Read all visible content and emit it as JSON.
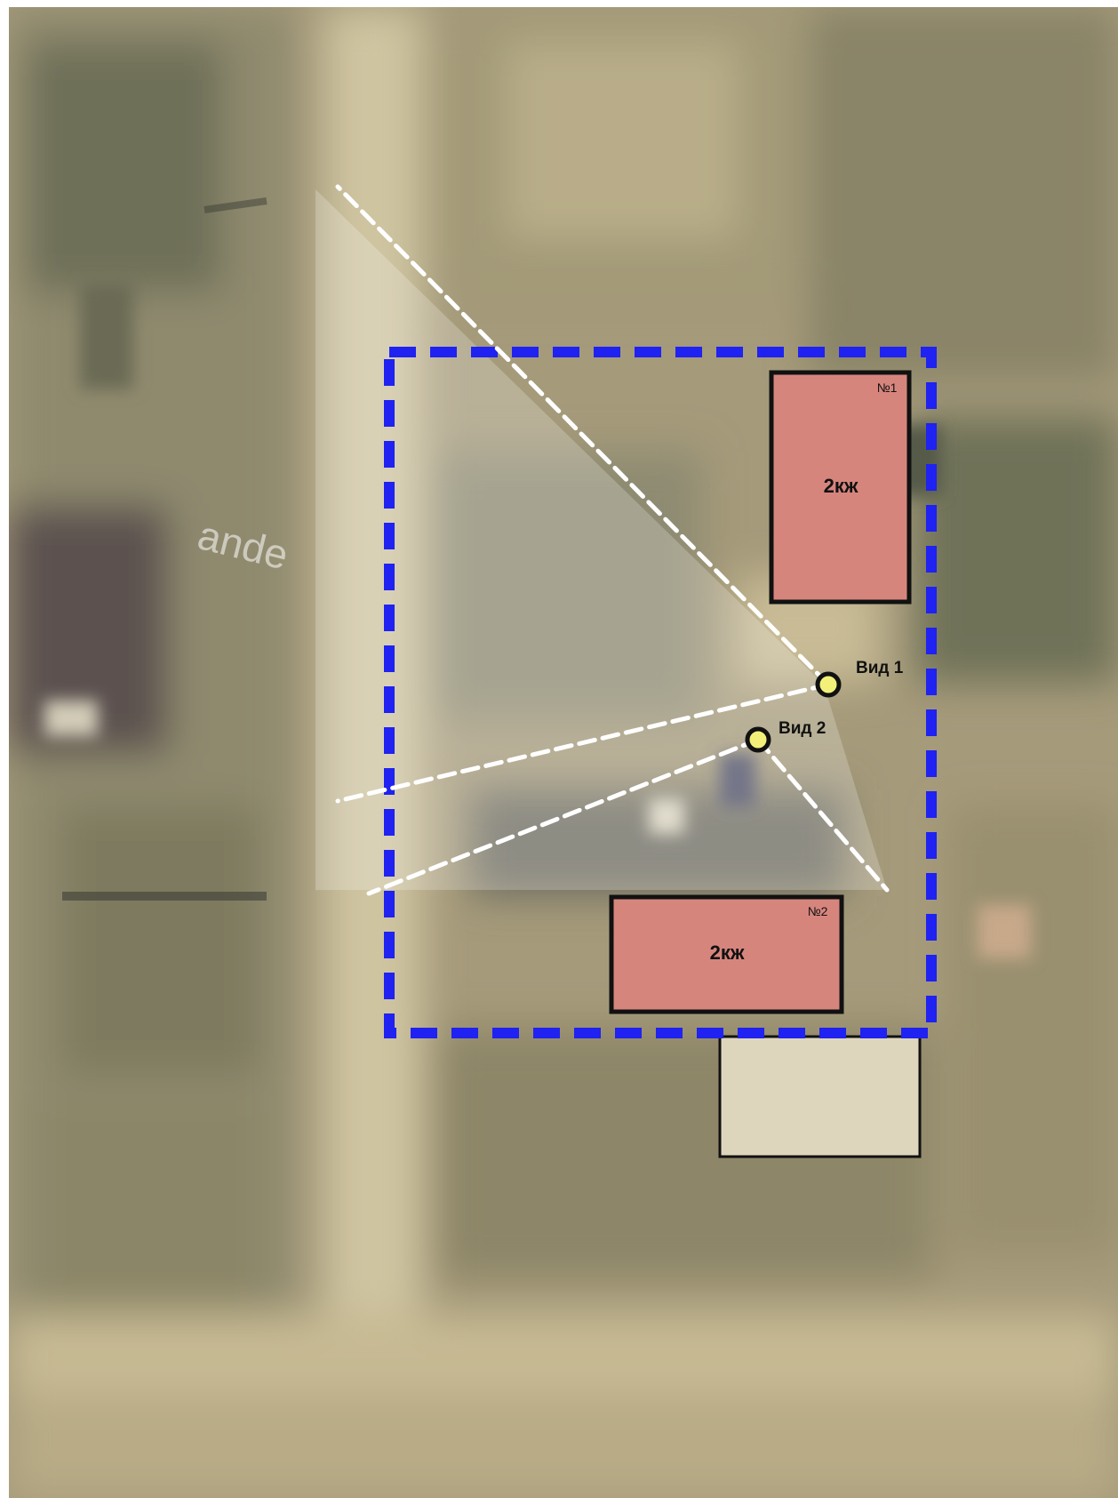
{
  "map": {
    "street_label": "ande",
    "buildings": [
      {
        "number": "№1",
        "label": "2кж",
        "fill": "#d6857d"
      },
      {
        "number": "№2",
        "label": "2кж",
        "fill": "#d6857d"
      }
    ],
    "viewpoints": [
      {
        "label": "Вид 1"
      },
      {
        "label": "Вид 2"
      }
    ],
    "colors": {
      "site_boundary": "#1f22f0",
      "building_outline": "#111111",
      "view_marker_fill": "#f3f07a",
      "view_lines": "#ffffff",
      "neighbor_building_fill": "#ddd6bd"
    }
  }
}
